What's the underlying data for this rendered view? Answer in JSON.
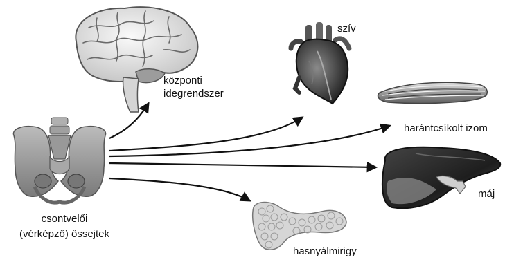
{
  "diagram": {
    "source": {
      "label_line1": "csontvelői",
      "label_line2": "(vérképző) őssejtek",
      "icon": "pelvis-bone-icon"
    },
    "targets": [
      {
        "id": "brain",
        "label_line1": "központi",
        "label_line2": "idegrendszer",
        "icon": "brain-icon"
      },
      {
        "id": "heart",
        "label": "szív",
        "icon": "heart-icon"
      },
      {
        "id": "muscle",
        "label": "harántcsíkolt izom",
        "icon": "muscle-icon"
      },
      {
        "id": "liver",
        "label": "máj",
        "icon": "liver-icon"
      },
      {
        "id": "pancreas",
        "label": "hasnyálmirigy",
        "icon": "pancreas-icon"
      }
    ]
  }
}
